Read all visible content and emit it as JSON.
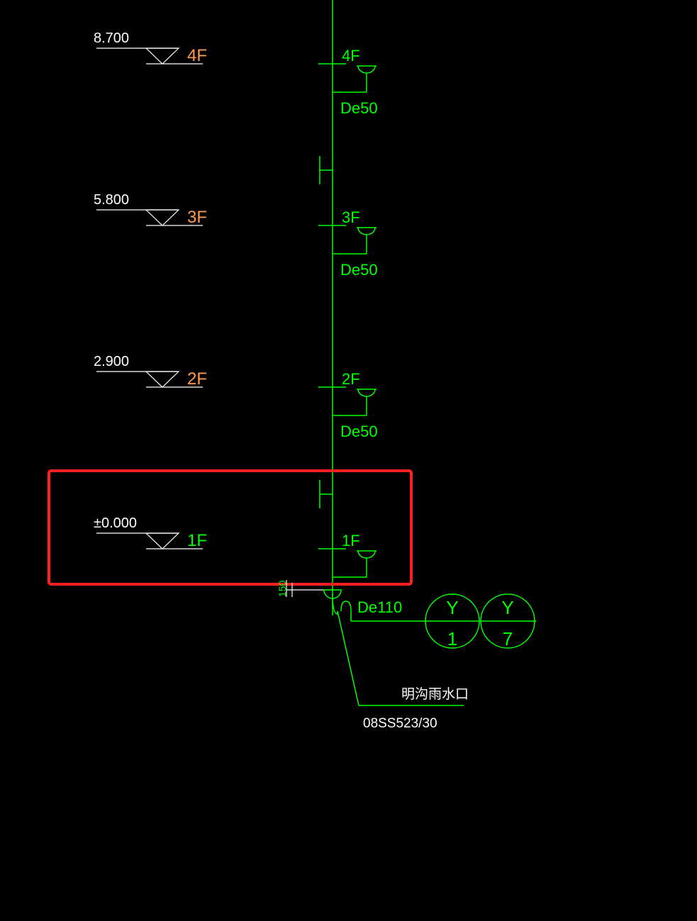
{
  "colors": {
    "background": "#000000",
    "pipe": "#00ff00",
    "elevation_text": "#ffffff",
    "floor_left": "#ff9a4d",
    "highlight": "#ff2020"
  },
  "levels": [
    {
      "elevation": "8.700",
      "floor": "4F",
      "pipe_floor": "4F",
      "pipe_size": "De50"
    },
    {
      "elevation": "5.800",
      "floor": "3F",
      "pipe_floor": "3F",
      "pipe_size": "De50"
    },
    {
      "elevation": "2.900",
      "floor": "2F",
      "pipe_floor": "2F",
      "pipe_size": "De50"
    },
    {
      "elevation": "±0.000",
      "floor": "1F",
      "pipe_floor": "1F",
      "pipe_size": ""
    }
  ],
  "base": {
    "dimension": "150",
    "outlet_size": "De110",
    "outlet_label": "明沟雨水口",
    "outlet_ref": "08SS523/30",
    "bubble_left": {
      "top": "Y",
      "bottom": "1"
    },
    "bubble_right": {
      "top": "Y",
      "bottom": "7"
    }
  }
}
